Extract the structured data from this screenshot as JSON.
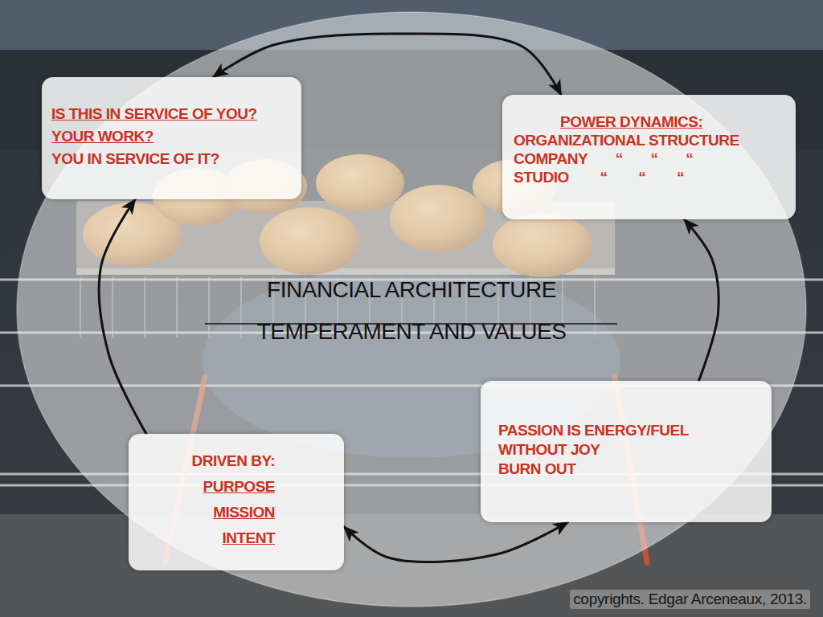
{
  "diagram": {
    "nodes": [
      {
        "text": [
          "FINANCIAL ARCHITECTURE",
          "TEMPERAMENT AND VALUES"
        ]
      },
      {
        "text": [
          "IS THIS IN SERVICE OF YOU?",
          "YOUR WORK?",
          "YOU IN SERVICE OF IT?"
        ]
      },
      {
        "text": [
          "POWER DYNAMICS:",
          "ORGANIZATIONAL STRUCTURE",
          "COMPANY “ “ “",
          "STUDIO “ “ “"
        ]
      },
      {
        "text": [
          "PASSION IS ENERGY/FUEL",
          "WITHOUT JOY",
          "BURN OUT"
        ]
      },
      {
        "text": [
          "DRIVEN BY:",
          "PURPOSE",
          "MISSION",
          "INTENT"
        ]
      }
    ],
    "edges": [
      {
        "from": 1,
        "to": 2,
        "arrow": "both"
      },
      {
        "from": 3,
        "to": 2,
        "arrow": "to"
      },
      {
        "from": 4,
        "to": 3,
        "arrow": "both"
      },
      {
        "from": 4,
        "to": 1,
        "arrow": "to"
      }
    ],
    "labels": [
      "copyrights. Edgar Arceneaux, 2013."
    ]
  }
}
